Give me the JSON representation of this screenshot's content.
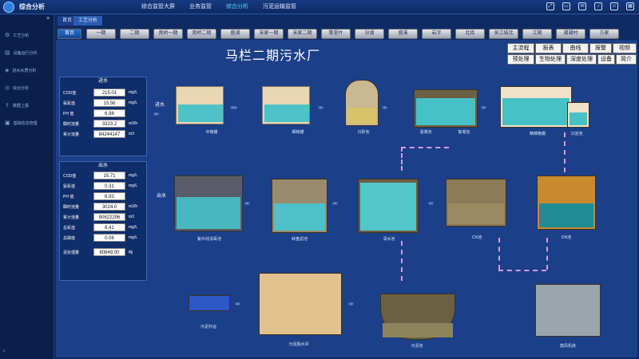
{
  "topbar": {
    "app_title": "综合分析",
    "nav": [
      "综合监管大屏",
      "业务监管",
      "综合分析",
      "污泥运输监管"
    ],
    "active_nav_index": 2,
    "tool_icons": [
      "fullscreen-icon",
      "monitor-icon",
      "message-icon",
      "bell-icon",
      "user-icon",
      "grid-icon"
    ]
  },
  "sidebar": {
    "items": [
      "工艺分析",
      "设备运行分析",
      "进水水质分析",
      "综合分析",
      "数据上报",
      "基础信息管理"
    ]
  },
  "tabs": {
    "home": "首页",
    "current": "工艺分析"
  },
  "navbuttons": [
    "首页",
    "一期",
    "二期",
    "斋桥一期",
    "斋桥二期",
    "盛湖",
    "宋家一期",
    "宋家二期",
    "黎里片",
    "汾湖",
    "盛溪",
    "岩字",
    "北库",
    "吴江城北",
    "江陵",
    "凝凝村",
    "方家"
  ],
  "plant_title": "马栏二期污水厂",
  "switches": [
    [
      "主流程",
      "报表",
      "曲线",
      "报警",
      "视频"
    ],
    [
      "预处理",
      "生物处理",
      "深度处理",
      "设备",
      "简介"
    ]
  ],
  "influent": {
    "title": "进水",
    "rows": [
      {
        "k": "COD值",
        "v": "215.01",
        "u": "mg/L"
      },
      {
        "k": "氨氮值",
        "v": "15.56",
        "u": "mg/L"
      },
      {
        "k": "PH 值",
        "v": "6.98",
        "u": ""
      },
      {
        "k": "瞬时流量",
        "v": "3323.2",
        "u": "m3/h"
      },
      {
        "k": "累计流量",
        "v": "84244147",
        "u": "m3"
      }
    ]
  },
  "effluent": {
    "title": "出水",
    "rows": [
      {
        "k": "COD值",
        "v": "15.71",
        "u": "mg/L"
      },
      {
        "k": "氨氮值",
        "v": "0.31",
        "u": "mg/L"
      },
      {
        "k": "PH 值",
        "v": "6.93",
        "u": ""
      },
      {
        "k": "瞬时流量",
        "v": "3024.0",
        "u": "m3/h"
      },
      {
        "k": "累计流量",
        "v": "90622296",
        "u": "m3"
      },
      {
        "k": "总氮值",
        "v": "8.41",
        "u": "mg/L"
      },
      {
        "k": "总磷值",
        "v": "0.06",
        "u": "mg/L"
      }
    ],
    "sludge": {
      "k": "泥处理量",
      "v": "80849.00",
      "u": "吨"
    }
  },
  "process_labels": {
    "coarse": "中格栅",
    "fine": "细格栅",
    "grit": "沉砂池",
    "coag": "混凝池",
    "prim": "絮凝池",
    "hyd": "精细格栅",
    "anoxic": "沉淀池",
    "dn": "DN池",
    "cn": "CN池",
    "clear": "清水池",
    "filter": "转盘滤池",
    "uv": "紫外线消毒池",
    "sludge": "污泥池",
    "dewater": "污泥脱水间",
    "truck": "污泥外运",
    "blower": "鼓风机房",
    "inflow": "进水",
    "outflow": "出水"
  }
}
